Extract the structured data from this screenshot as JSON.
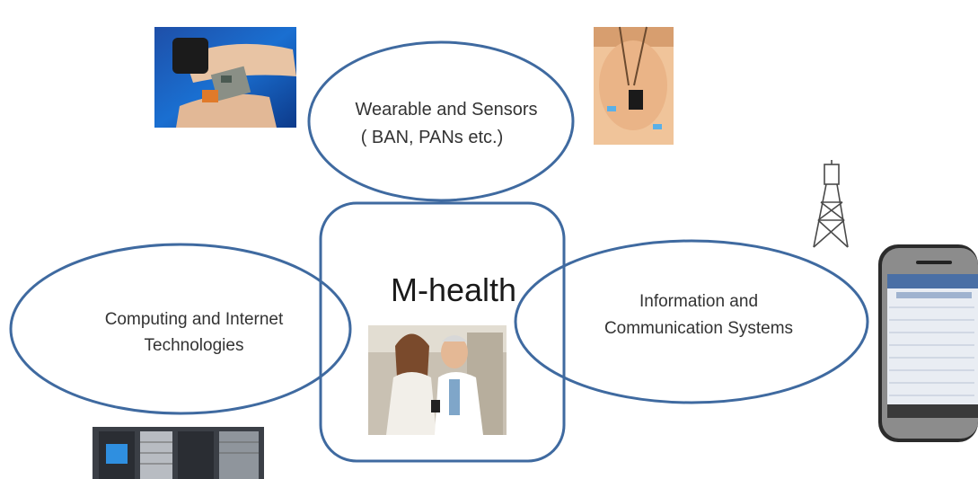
{
  "diagram": {
    "center": {
      "title": "M-health"
    },
    "nodes": {
      "wearables": {
        "line1": "Wearable and Sensors",
        "line2": "( BAN, PANs etc.)"
      },
      "computing": {
        "line1": "Computing and Internet",
        "line2": "Technologies"
      },
      "ict": {
        "line1": "Information and",
        "line2": "Communication Systems"
      }
    }
  },
  "colors": {
    "outline": "#3f6aa0",
    "text": "#333333",
    "phone_body": "#2b2b2b",
    "phone_screen_header": "#4a6fa5"
  },
  "illustrations": [
    "wrist-sensor-photo",
    "chest-sensor-photo",
    "cell-tower-icon",
    "smartphone-photo",
    "doctors-photo",
    "server-rack-photo"
  ]
}
